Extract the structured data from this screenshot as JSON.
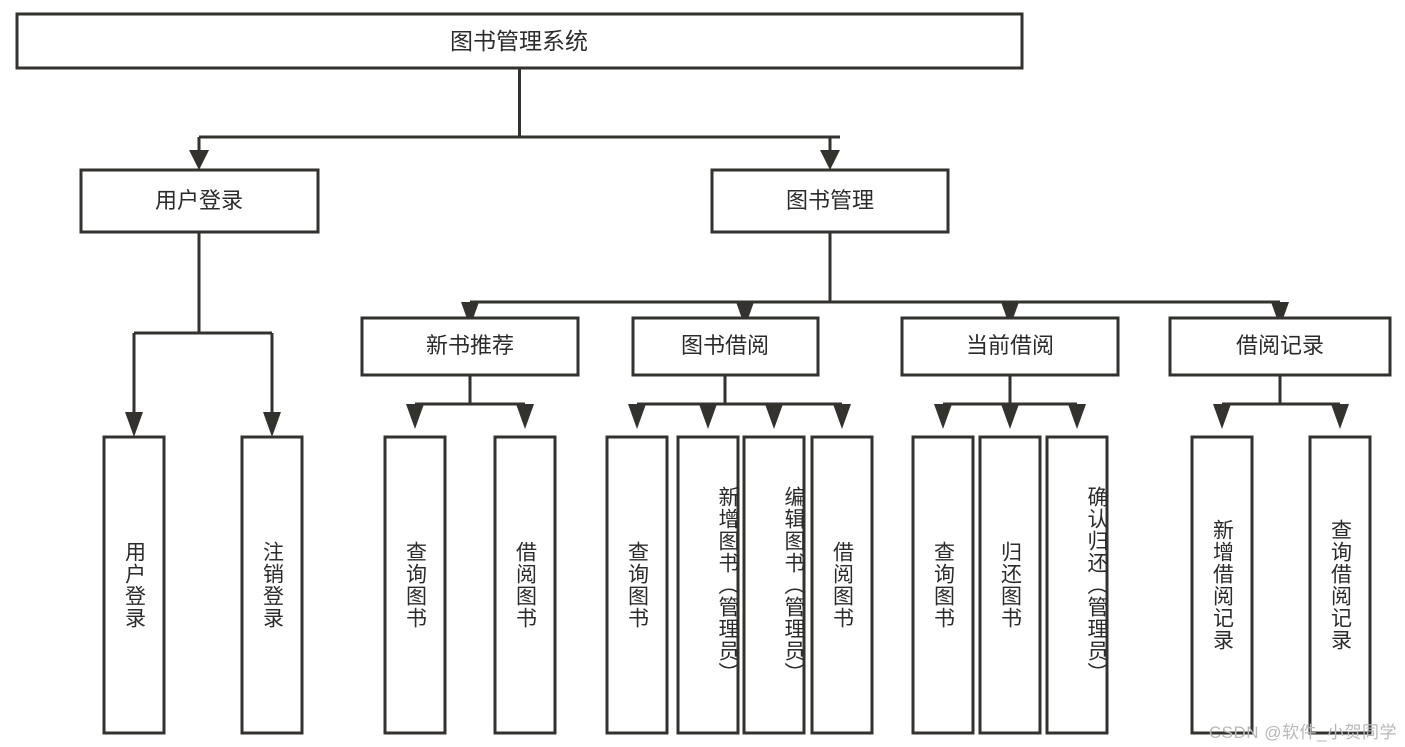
{
  "diagram": {
    "title": "图书管理系统",
    "watermark": "CSDN @软件_小贺同学",
    "type": "hierarchy-tree",
    "levels": 4,
    "root": {
      "id": "root",
      "label": "图书管理系统",
      "orientation": "horizontal"
    },
    "level2": [
      {
        "id": "user-login",
        "label": "用户登录",
        "orientation": "horizontal"
      },
      {
        "id": "book-management",
        "label": "图书管理",
        "orientation": "horizontal"
      }
    ],
    "level3": [
      {
        "id": "new-book-recommend",
        "label": "新书推荐",
        "orientation": "horizontal",
        "parent": "book-management"
      },
      {
        "id": "book-borrow",
        "label": "图书借阅",
        "orientation": "horizontal",
        "parent": "book-management"
      },
      {
        "id": "current-borrow",
        "label": "当前借阅",
        "orientation": "horizontal",
        "parent": "book-management"
      },
      {
        "id": "borrow-record",
        "label": "借阅记录",
        "orientation": "horizontal",
        "parent": "book-management"
      }
    ],
    "leaves": [
      {
        "id": "leaf-user-login",
        "label": "用户登录",
        "parent": "user-login",
        "orientation": "vertical"
      },
      {
        "id": "leaf-logout-login",
        "label": "注销登录",
        "parent": "user-login",
        "orientation": "vertical"
      },
      {
        "id": "leaf-query-book-1",
        "label": "查询图书",
        "parent": "new-book-recommend",
        "orientation": "vertical"
      },
      {
        "id": "leaf-borrow-book-1",
        "label": "借阅图书",
        "parent": "new-book-recommend",
        "orientation": "vertical"
      },
      {
        "id": "leaf-query-book-2",
        "label": "查询图书",
        "parent": "book-borrow",
        "orientation": "vertical"
      },
      {
        "id": "leaf-add-book",
        "label": "新增图书（管理员）",
        "parent": "book-borrow",
        "orientation": "vertical"
      },
      {
        "id": "leaf-edit-book",
        "label": "编辑图书（管理员）",
        "parent": "book-borrow",
        "orientation": "vertical"
      },
      {
        "id": "leaf-borrow-book-2",
        "label": "借阅图书",
        "parent": "book-borrow",
        "orientation": "vertical"
      },
      {
        "id": "leaf-query-book-3",
        "label": "查询图书",
        "parent": "current-borrow",
        "orientation": "vertical"
      },
      {
        "id": "leaf-return-book",
        "label": "归还图书",
        "parent": "current-borrow",
        "orientation": "vertical"
      },
      {
        "id": "leaf-confirm-return",
        "label": "确认归还（管理员）",
        "parent": "current-borrow",
        "orientation": "vertical"
      },
      {
        "id": "leaf-add-record",
        "label": "新增借阅记录",
        "parent": "borrow-record",
        "orientation": "vertical"
      },
      {
        "id": "leaf-query-record",
        "label": "查询借阅记录",
        "parent": "borrow-record",
        "orientation": "vertical"
      }
    ],
    "colors": {
      "stroke": "#33322f",
      "box_fill": "#ffffff",
      "text": "#2b2b2b",
      "background": "#ffffff",
      "watermark": "#b8b8b8"
    }
  }
}
